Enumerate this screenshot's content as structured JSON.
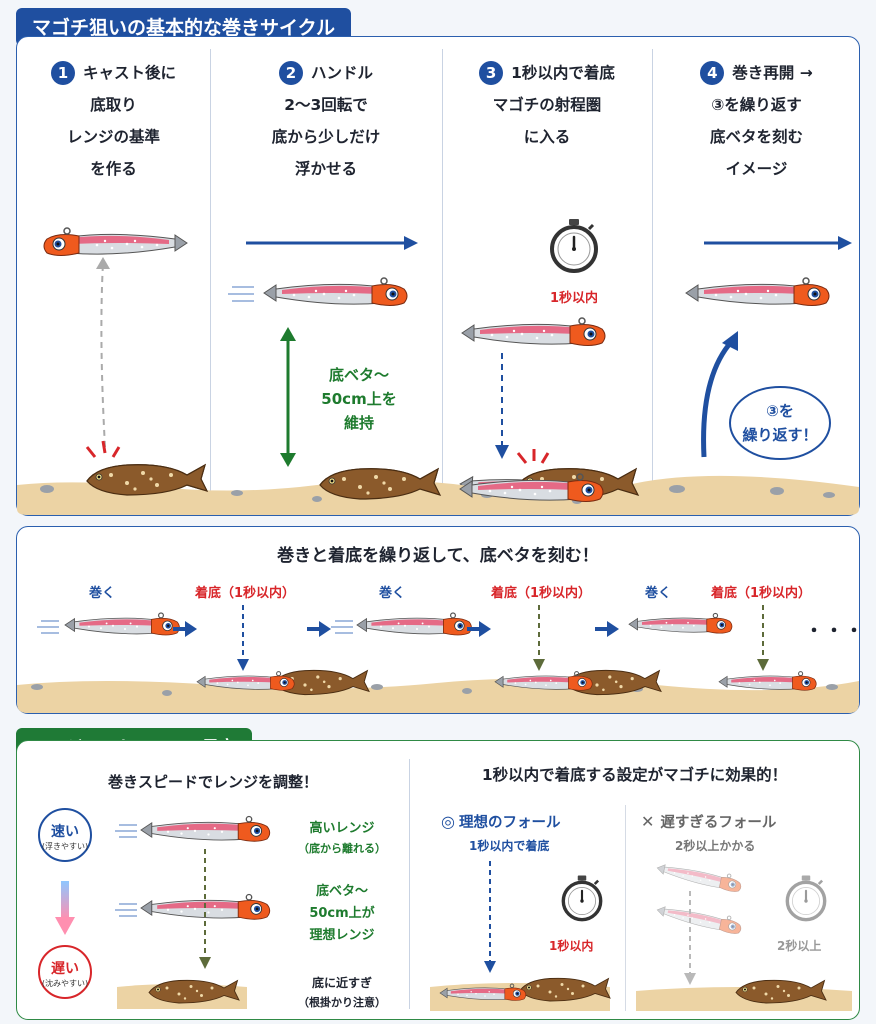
{
  "section1": {
    "title": "マゴチ狙いの基本的な巻きサイクル",
    "steps": [
      {
        "num": "1",
        "lines": [
          "キャスト後に",
          "底取り",
          "レンジの基準",
          "を作る"
        ]
      },
      {
        "num": "2",
        "lines": [
          "ハンドル",
          "2～3回転で",
          "底から少しだけ",
          "浮かせる"
        ],
        "range_label": [
          "底ベタ～",
          "50cm上を",
          "維持"
        ]
      },
      {
        "num": "3",
        "lines": [
          "1秒以内で着底",
          "マゴチの射程圏",
          "に入る"
        ],
        "timer_label": "1秒以内"
      },
      {
        "num": "4",
        "lines": [
          "巻き再開 →",
          "③を繰り返す",
          "底ベタを刻む",
          "イメージ"
        ],
        "bubble": [
          "③を",
          "繰り返す！"
        ]
      }
    ]
  },
  "section2": {
    "title": "巻きと着底を繰り返して、底ベタを刻む！",
    "labels": [
      "巻く",
      "着底（1秒以内）",
      "巻く",
      "着底（1秒以内）",
      "巻く",
      "着底（1秒以内）"
    ],
    "ellipsis": "・・・"
  },
  "section3": {
    "title": "レンジコントロールの目安",
    "left": {
      "heading": "巻きスピードでレンジを調整！",
      "fast": {
        "label": "速い",
        "sub": "(浮きやすい)"
      },
      "slow": {
        "label": "遅い",
        "sub": "(沈みやすい)"
      },
      "levels": [
        {
          "lines": [
            "高いレンジ",
            "（底から離れる）"
          ]
        },
        {
          "lines": [
            "底ベタ～",
            "50cm上が",
            "理想レンジ"
          ]
        },
        {
          "lines": [
            "底に近すぎ",
            "（根掛かり注意）"
          ]
        }
      ]
    },
    "right": {
      "heading": "1秒以内で着底する設定がマゴチに効果的！",
      "ideal": {
        "icon": "◎",
        "title": "理想のフォール",
        "sub": "1秒以内で着底",
        "timer": "1秒以内"
      },
      "slow": {
        "icon": "✕",
        "title": "遅すぎるフォール",
        "sub": "2秒以上かかる",
        "timer": "2秒以上"
      }
    }
  },
  "colors": {
    "navy": "#1f4fa0",
    "green": "#1f7a36",
    "red": "#d8262a",
    "sand": "#ecd3a4",
    "flatfish": "#8b5a2b",
    "lure_pink": "#e56a86",
    "lure_orange": "#ef5a1e"
  }
}
